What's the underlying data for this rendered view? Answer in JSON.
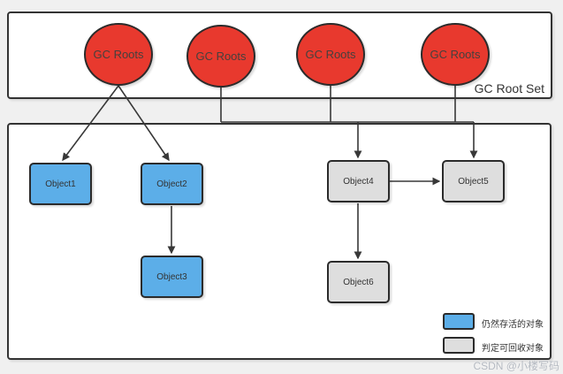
{
  "diagram": {
    "gc_root_set": {
      "label": "GC Root Set",
      "roots": [
        "GC Roots",
        "GC Roots",
        "GC Roots",
        "GC Roots"
      ]
    },
    "objects": [
      {
        "label": "Object1",
        "status": "alive"
      },
      {
        "label": "Object2",
        "status": "alive"
      },
      {
        "label": "Object3",
        "status": "alive"
      },
      {
        "label": "Object4",
        "status": "recyclable"
      },
      {
        "label": "Object5",
        "status": "recyclable"
      },
      {
        "label": "Object6",
        "status": "recyclable"
      }
    ],
    "legend": {
      "items": [
        {
          "label": "仍然存活的对象",
          "color": "#5caee8",
          "status": "alive"
        },
        {
          "label": "判定可回收对象",
          "color": "#dedede",
          "status": "recyclable"
        }
      ]
    },
    "watermark": "CSDN @小楼写码",
    "colors": {
      "root_node": "#e8392e",
      "alive_object": "#5caee8",
      "recyclable_object": "#dedede",
      "connector": "#383838",
      "container_border": "#333333",
      "background": "#f0f0f0"
    }
  }
}
